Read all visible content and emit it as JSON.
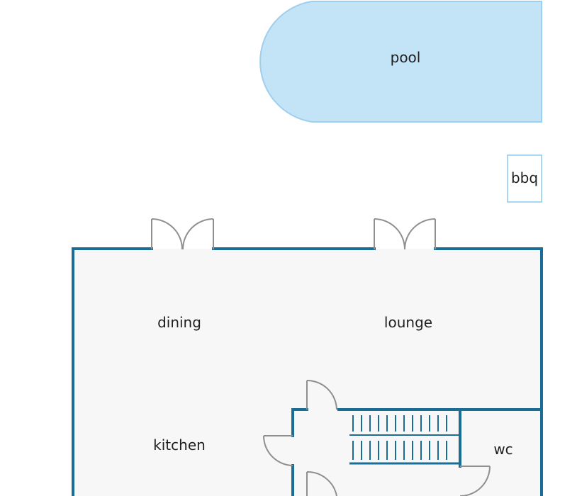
{
  "colors": {
    "background": "#ffffff",
    "wall": "#1a6e96",
    "floor": "#f7f7f7",
    "pool_fill": "#c3e3f7",
    "pool_edge": "#9fcfee",
    "bbq_edge": "#a9d6f3",
    "door": "#8f8f8f",
    "stair": "#1a6e96",
    "label": "#1f1f1f"
  },
  "labels": {
    "pool": "pool",
    "bbq": "bbq",
    "dining": "dining",
    "lounge": "lounge",
    "kitchen": "kitchen",
    "wc": "wc"
  }
}
